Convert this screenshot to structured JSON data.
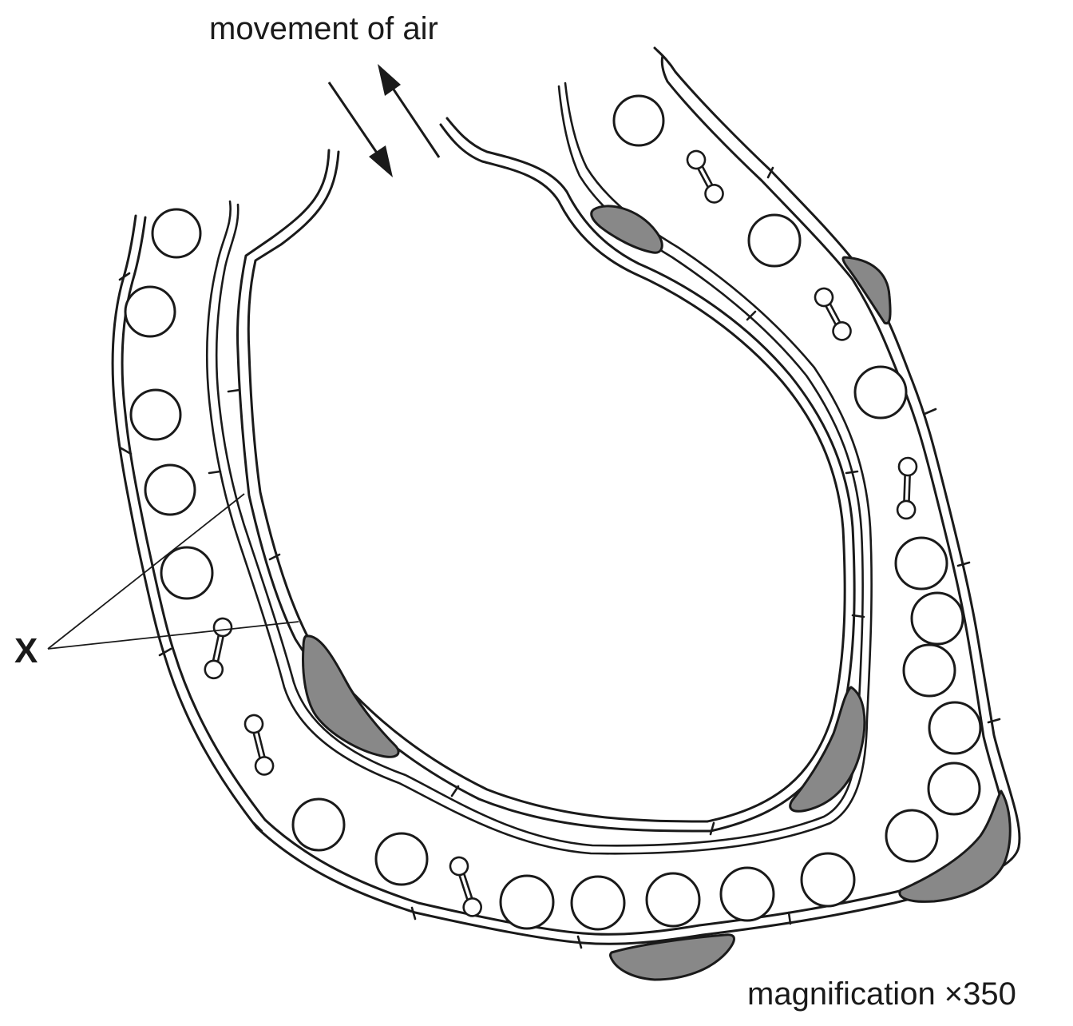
{
  "labels": {
    "movement": "movement of air",
    "x": "X",
    "magnification": "magnification ×350"
  },
  "colors": {
    "line": "#1a1a1a",
    "nucleus_fill": "#888888",
    "background": "#ffffff"
  }
}
